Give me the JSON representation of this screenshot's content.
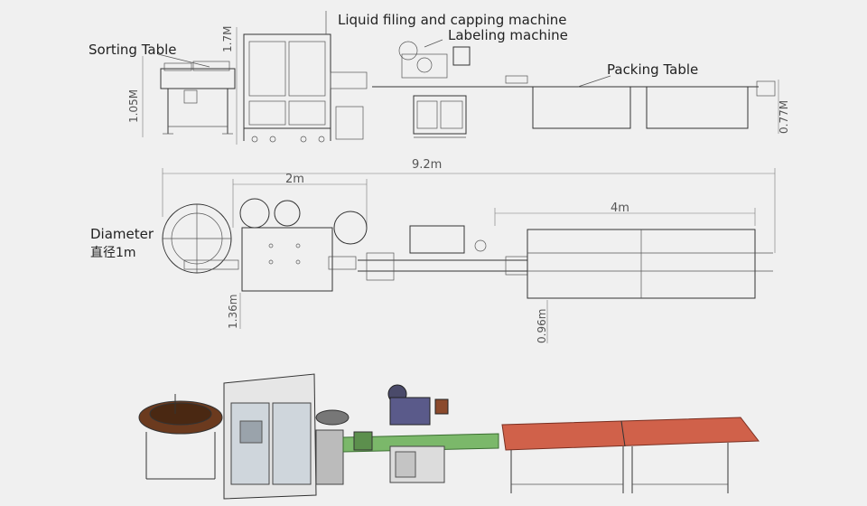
{
  "labels": {
    "sorting_table": "Sorting Table",
    "filling_capping": "Liquid filing and capping machine",
    "labeling": "Labeling machine",
    "packing_table": "Packing Table",
    "diameter": "Diameter",
    "diameter_cn": "直径1m"
  },
  "dimensions": {
    "h_sorting": "1.05M",
    "h_filling": "1.7M",
    "h_packing": "0.77M",
    "total_length": "9.2m",
    "filler_width": "2m",
    "packing_length": "4m",
    "filler_depth": "1.36m",
    "packing_depth": "0.96m"
  },
  "colors": {
    "background": "#f0f0f0",
    "line": "#333333",
    "sorter_brown": "#6b3a1e",
    "conveyor_green": "#7bb86a",
    "packing_red": "#d0614a",
    "frame_gray": "#8a8a8a"
  }
}
